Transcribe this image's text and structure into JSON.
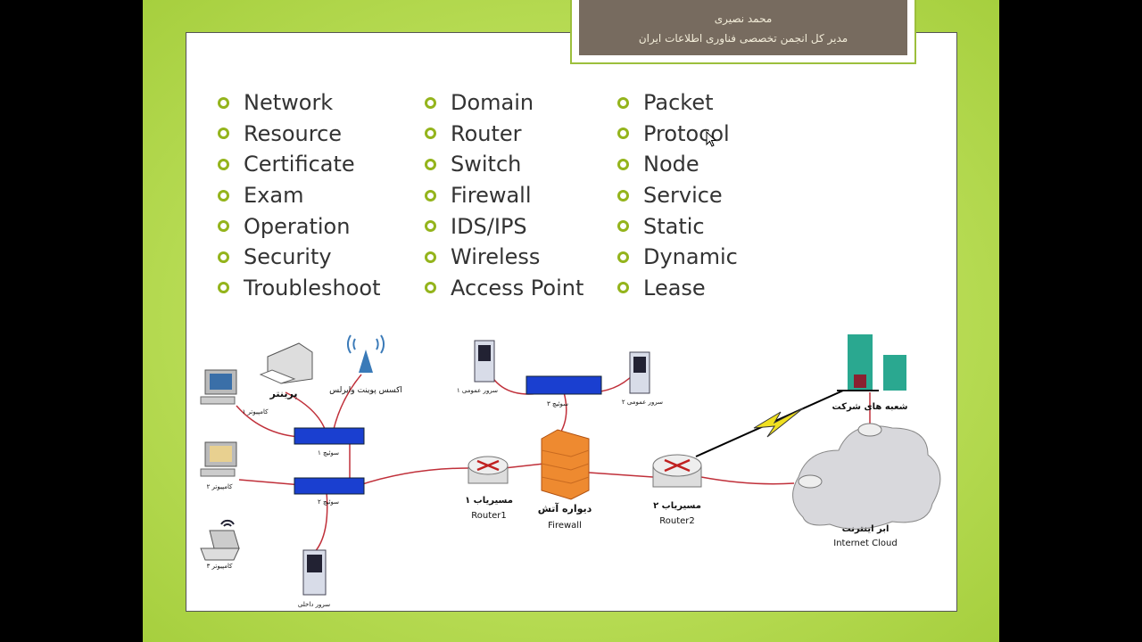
{
  "header": {
    "name": "محمد نصیری",
    "title": "مدیر کل انجمن تخصصی فناوری اطلاعات ایران"
  },
  "columns": [
    [
      "Network",
      "Resource",
      "Certificate",
      "Exam",
      "Operation",
      "Security",
      "Troubleshoot"
    ],
    [
      "Domain",
      "Router",
      "Switch",
      "Firewall",
      "IDS/IPS",
      "Wireless",
      "Access Point"
    ],
    [
      "Packet",
      "Protocol",
      "Node",
      "Service",
      "Static",
      "Dynamic",
      "Lease"
    ]
  ],
  "diagram": {
    "printer": "پرینتر",
    "access_point": "اکسس پوینت وایرلس",
    "computer1": "کامپیوتر ۱",
    "computer2": "کامپیوتر ۲",
    "computer3": "کامپیوتر ۳",
    "switch1": "سوئیچ ۱",
    "switch2": "سوئیچ ۲",
    "switch3": "سوئیچ ۳",
    "internal_server": "سرور داخلی",
    "public_server1": "سرور عمومی ۱",
    "public_server2": "سرور عمومی ۲",
    "router1_fa": "مسیریاب ۱",
    "router1": "Router1",
    "firewall_fa": "دیواره آتش",
    "firewall": "Firewall",
    "router2_fa": "مسیریاب ۲",
    "router2": "Router2",
    "branch": "شعبه های شرکت",
    "cloud_fa": "ابر اینترنت",
    "cloud": "Internet Cloud"
  },
  "colors": {
    "bullet": "#94b41c",
    "cable": "#c0303a",
    "switch": "#1a3fd0"
  }
}
